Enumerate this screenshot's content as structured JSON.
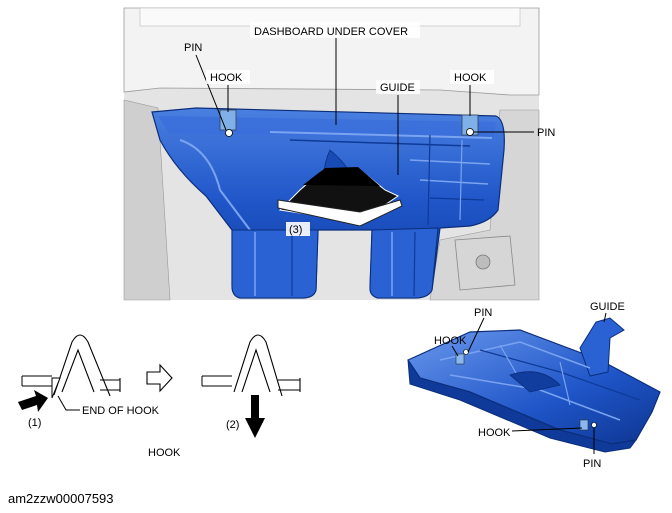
{
  "labels": {
    "dashboard_under_cover": "DASHBOARD UNDER COVER",
    "pin": "PIN",
    "hook": "HOOK",
    "guide": "GUIDE",
    "end_of_hook": "END OF HOOK",
    "step1": "(1)",
    "step2": "(2)",
    "step3": "(3)"
  },
  "caption": "am2zzw00007593",
  "colors": {
    "cover_blue": "#1f55c8",
    "cover_dark": "#0f3a99",
    "cover_light": "#5f8fe8",
    "dash_gray": "#d9d9d9",
    "outline": "#1a1a1a"
  }
}
